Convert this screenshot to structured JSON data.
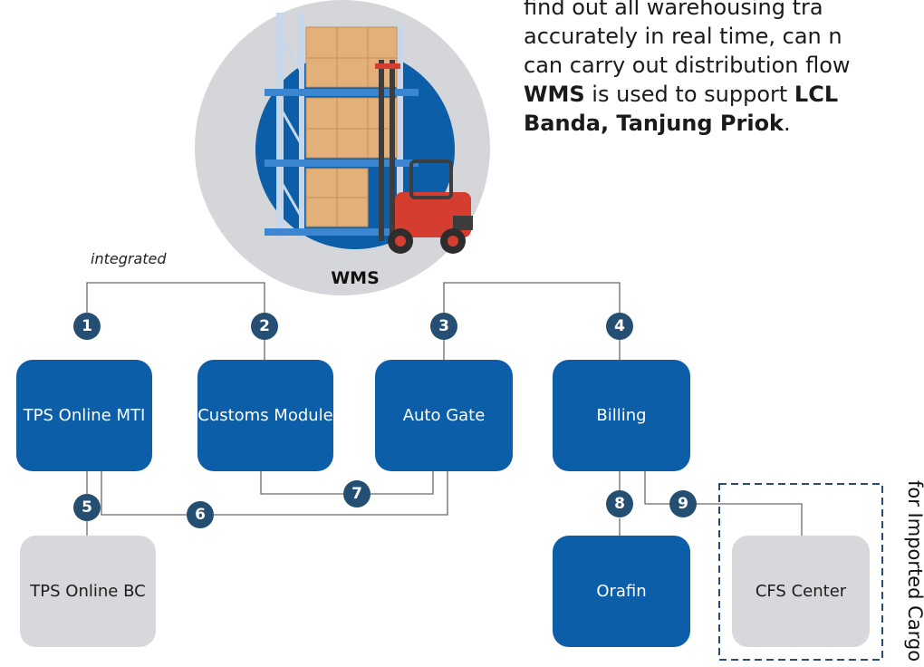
{
  "description": {
    "line1": "find out all warehousing tra",
    "line2": "accurately in real time, can n",
    "line3": "can carry out distribution flow",
    "line4_bold1": "WMS",
    "line4_mid": " is used to support ",
    "line4_bold2": "LCL",
    "line5_bold": "Banda, Tanjung Priok",
    "line5_end": "."
  },
  "hub": {
    "label": "WMS"
  },
  "integrated_label": "integrated",
  "boxes": {
    "tps_online_mti": "TPS Online MTI",
    "customs_module": "Customs Module",
    "auto_gate": "Auto Gate",
    "billing": "Billing",
    "tps_online_bc": "TPS Online BC",
    "orafin": "Orafin",
    "cfs_center": "CFS Center"
  },
  "badges": [
    "1",
    "2",
    "3",
    "4",
    "5",
    "6",
    "7",
    "8",
    "9"
  ],
  "side_label": "for Imported Cargo",
  "colors": {
    "primary_blue": "#0b5ea7",
    "badge_navy": "#254e73",
    "gray_box": "#d6d8db",
    "hub_circle": "#d4d6d9"
  }
}
